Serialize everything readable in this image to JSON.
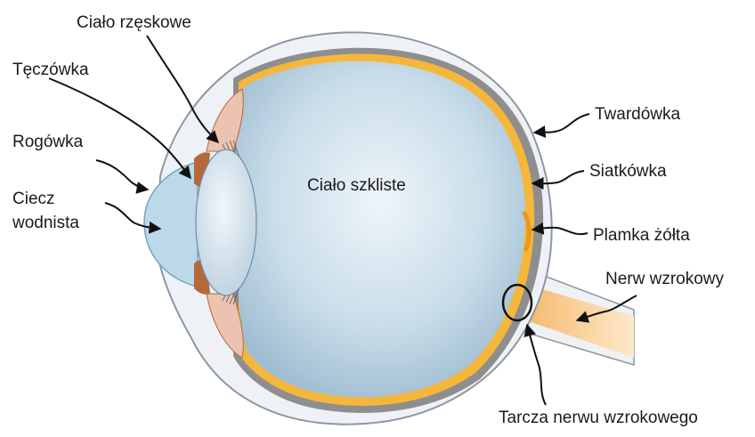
{
  "labels": {
    "cialo_rzeskowe": "Ciało rzęskowe",
    "teczowka": "Tęczówka",
    "rogowka": "Rogówka",
    "ciecz_wodnista_1": "Ciecz",
    "ciecz_wodnista_2": "wodnista",
    "cialo_szkliste": "Ciało szkliste",
    "twardowka": "Twardówka",
    "siatkowka": "Siatkówka",
    "plamka_zolta": "Plamka żółta",
    "nerw_wzrokowy": "Nerw wzrokowy",
    "tarcza_nerwu": "Tarcza nerwu wzrokowego"
  },
  "colors": {
    "sclera": "#e9eef3",
    "sclera_edge": "#9aa3ab",
    "choroid": "#8c8c8c",
    "retina": "#f5b73b",
    "vitreous_center": "#e6f1f8",
    "vitreous_edge": "#a9c4d6",
    "cornea": "#bcd9ea",
    "lens": "#dfeaf2",
    "iris": "#b5683a",
    "ciliary": "#e9b8a6",
    "optic_nerve": "#f7c98a",
    "pointer": "#111111"
  }
}
